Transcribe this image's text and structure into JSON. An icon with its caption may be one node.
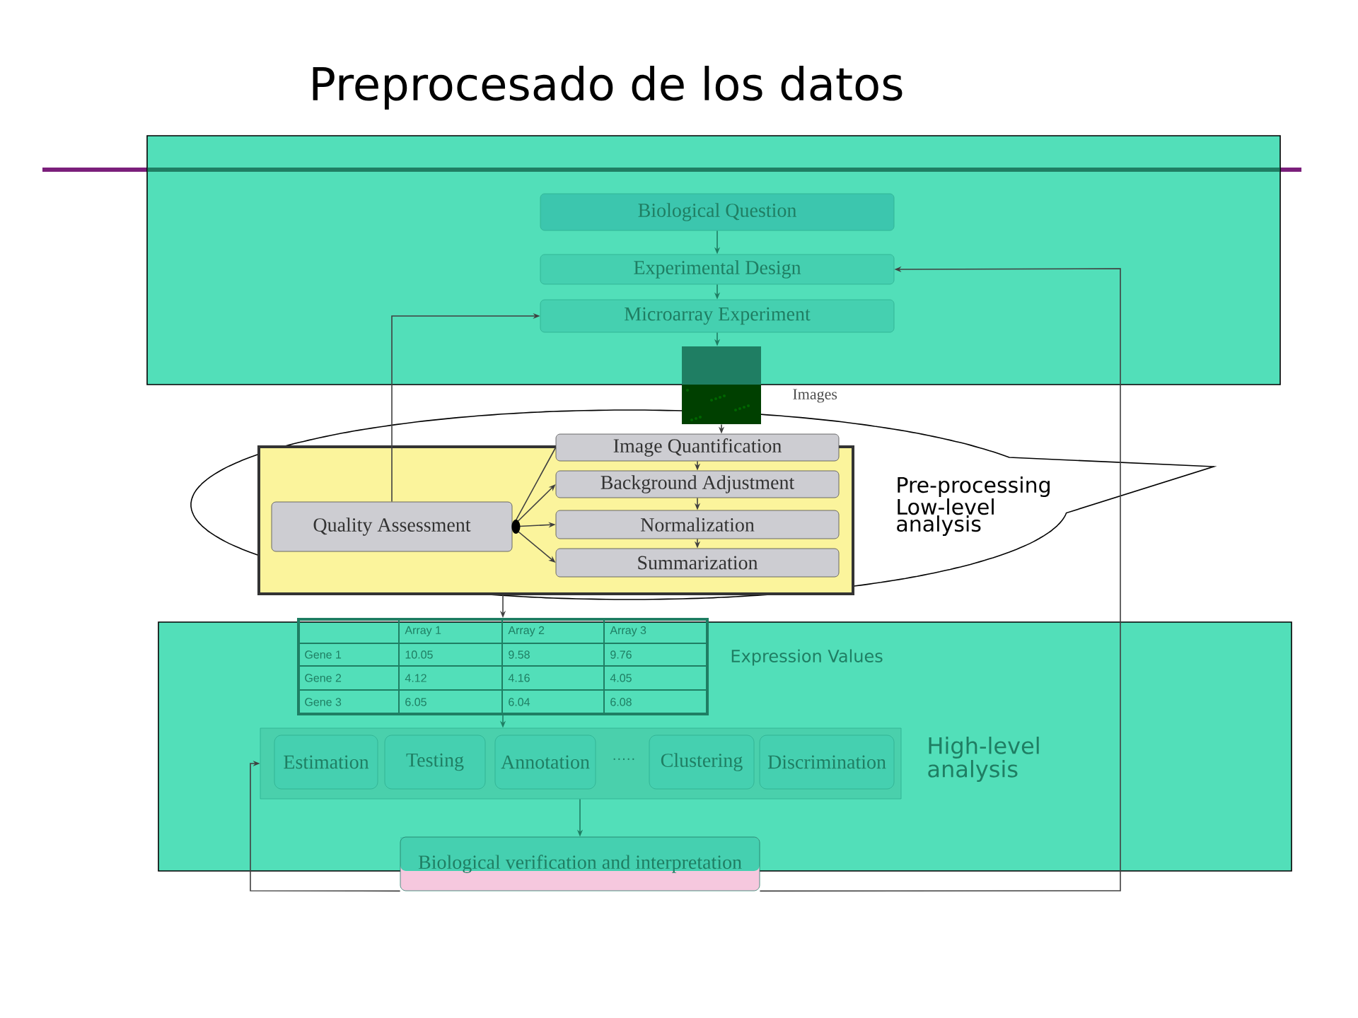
{
  "diagram": {
    "title": "Preprocesado de los datos",
    "nodes": [
      {
        "text": [
          "Biological Question"
        ]
      },
      {
        "text": [
          "Experimental Design"
        ]
      },
      {
        "text": [
          "Microarray Experiment"
        ]
      },
      {
        "text": [],
        "shape": "picture",
        "beside": [
          "Images"
        ]
      },
      {
        "text": [],
        "shape": "box"
      },
      {
        "text": [
          "Quality Assessment"
        ],
        "in": 4
      },
      {
        "text": [
          "Image Quantification"
        ]
      },
      {
        "text": [
          "Background Adjustment"
        ],
        "in": 4
      },
      {
        "text": [
          "Normalization"
        ],
        "in": 4
      },
      {
        "text": [
          "Summarization"
        ],
        "in": 4
      },
      {
        "text": [],
        "shape": "box",
        "beside": [
          "Expression Values"
        ]
      },
      {
        "text": [],
        "shape": "box",
        "beside": [
          "High-level analysis"
        ]
      },
      {
        "text": [
          "Estimation"
        ],
        "in": 11
      },
      {
        "text": [
          "Testing"
        ],
        "in": 11
      },
      {
        "text": [
          "Annotation"
        ],
        "in": 11
      },
      {
        "text": [
          "Clustering"
        ],
        "in": 11
      },
      {
        "text": [
          "Discrimination"
        ],
        "in": 11
      },
      {
        "text": [
          "Biological verification and interpretation"
        ]
      }
    ],
    "edges": [
      {
        "from": 0,
        "to": 1,
        "arrow": "to"
      },
      {
        "from": 1,
        "to": 2,
        "arrow": "to"
      },
      {
        "from": 2,
        "to": 3,
        "arrow": "to"
      },
      {
        "from": 3,
        "to": 6,
        "arrow": "to"
      },
      {
        "from": 6,
        "to": 7,
        "arrow": "to"
      },
      {
        "from": 7,
        "to": 8,
        "arrow": "to"
      },
      {
        "from": 8,
        "to": 9,
        "arrow": "to"
      },
      {
        "from": 5,
        "to": 6,
        "arrow": "none"
      },
      {
        "from": 5,
        "to": 7,
        "arrow": "to"
      },
      {
        "from": 5,
        "to": 8,
        "arrow": "to"
      },
      {
        "from": 5,
        "to": 9,
        "arrow": "to"
      },
      {
        "from": 5,
        "to": 2,
        "arrow": "to"
      },
      {
        "from": 4,
        "to": 10,
        "arrow": "to"
      },
      {
        "from": 10,
        "to": 11,
        "arrow": "to"
      },
      {
        "from": 11,
        "to": 17,
        "arrow": "to"
      },
      {
        "from": 17,
        "to": 11,
        "arrow": "to"
      },
      {
        "from": 17,
        "to": 1,
        "arrow": "to"
      }
    ],
    "labels": [
      "Pre-processing Low-level analysis",
      "Array 1",
      "Array 2",
      "Array 3",
      "Gene 1",
      "10.05",
      "9.58",
      "9.76",
      "Gene 2",
      "4.12",
      "4.16",
      "4.05",
      "Gene 3",
      "6.05",
      "6.04",
      "6.08",
      "·····"
    ]
  }
}
